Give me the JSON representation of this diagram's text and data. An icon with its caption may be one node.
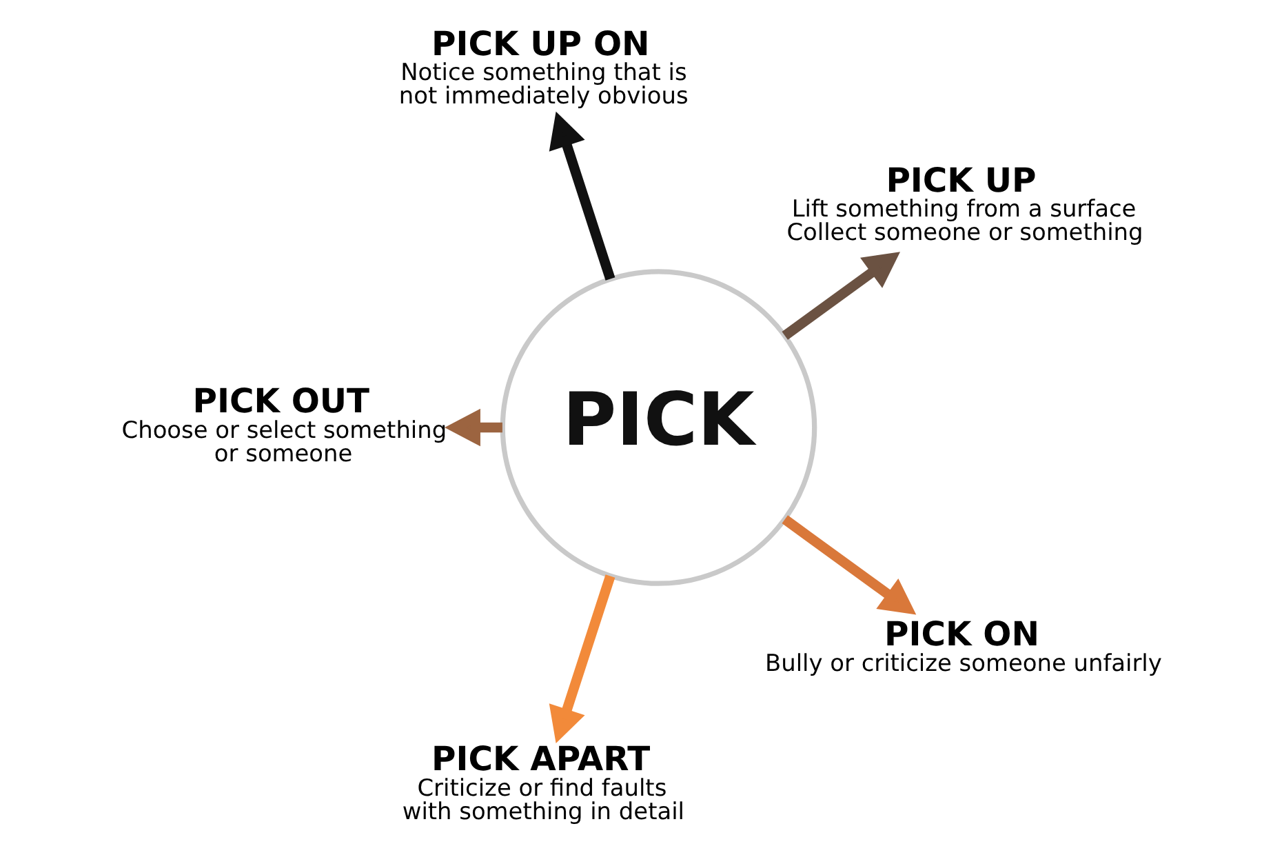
{
  "diagram": {
    "nodes": [
      {
        "text": [
          "PICK UP",
          "Lift something from a surface",
          "Collect someone or something"
        ]
      },
      {
        "text": [
          "PICK UP ON",
          "Notice something that is not immediately obvious"
        ]
      },
      {
        "text": [
          "PICK OUT",
          "Choose or select something or someone"
        ]
      },
      {
        "text": [
          "PICK"
        ]
      },
      {
        "text": [
          "PICK APART",
          "Criticize or find faults with something in detail"
        ]
      },
      {
        "text": [
          "PICK ON",
          "Bully or criticize someone unfairly"
        ]
      }
    ],
    "edges": [
      {
        "from": 3,
        "to": 0,
        "arrow": "to",
        "color": "#6b5242"
      },
      {
        "from": 3,
        "to": 2,
        "arrow": "to",
        "color": "#9c6440"
      },
      {
        "from": 3,
        "to": 5,
        "arrow": "to",
        "color": "#d9783a"
      },
      {
        "from": 3,
        "to": 4,
        "arrow": "to",
        "color": "#f28a3a"
      },
      {
        "from": 3,
        "to": 1,
        "arrow": "to",
        "color": "#111111"
      }
    ]
  }
}
